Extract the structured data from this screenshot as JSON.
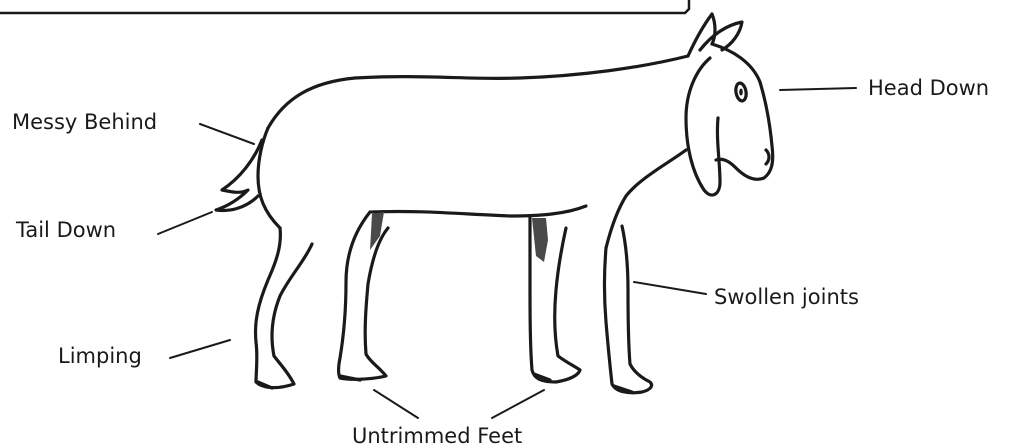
{
  "labels": {
    "head_down": "Head Down",
    "messy_behind": "Messy Behind",
    "tail_down": "Tail Down",
    "swollen_joints": "Swollen joints",
    "limping": "Limping",
    "untrimmed_feet": "Untrimmed Feet"
  },
  "colors": {
    "ink": "#1a1a1a",
    "background": "#ffffff",
    "leg_shadow": "#4a4a4a"
  }
}
